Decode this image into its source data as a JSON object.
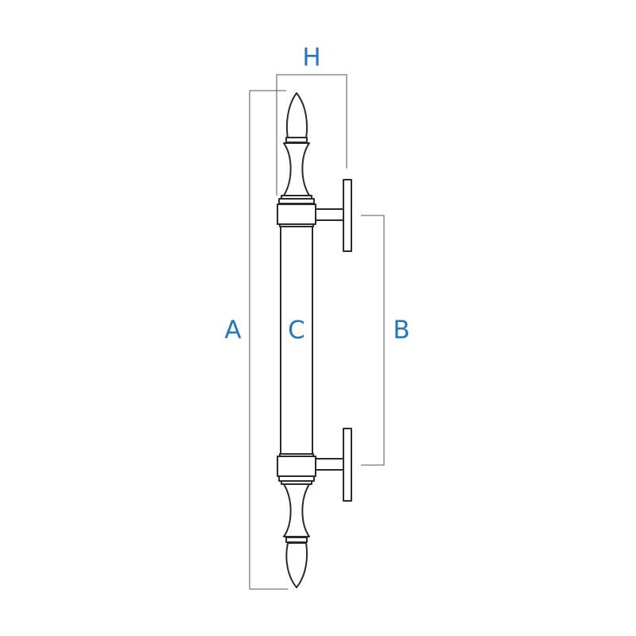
{
  "colors": {
    "line": "#2a2a2a",
    "dimension_line": "#555555",
    "label": "#2478b8",
    "background": "#ffffff"
  },
  "labels": {
    "overall_length": "A",
    "center_to_center": "B",
    "grip_bar": "C",
    "projection": "H"
  }
}
